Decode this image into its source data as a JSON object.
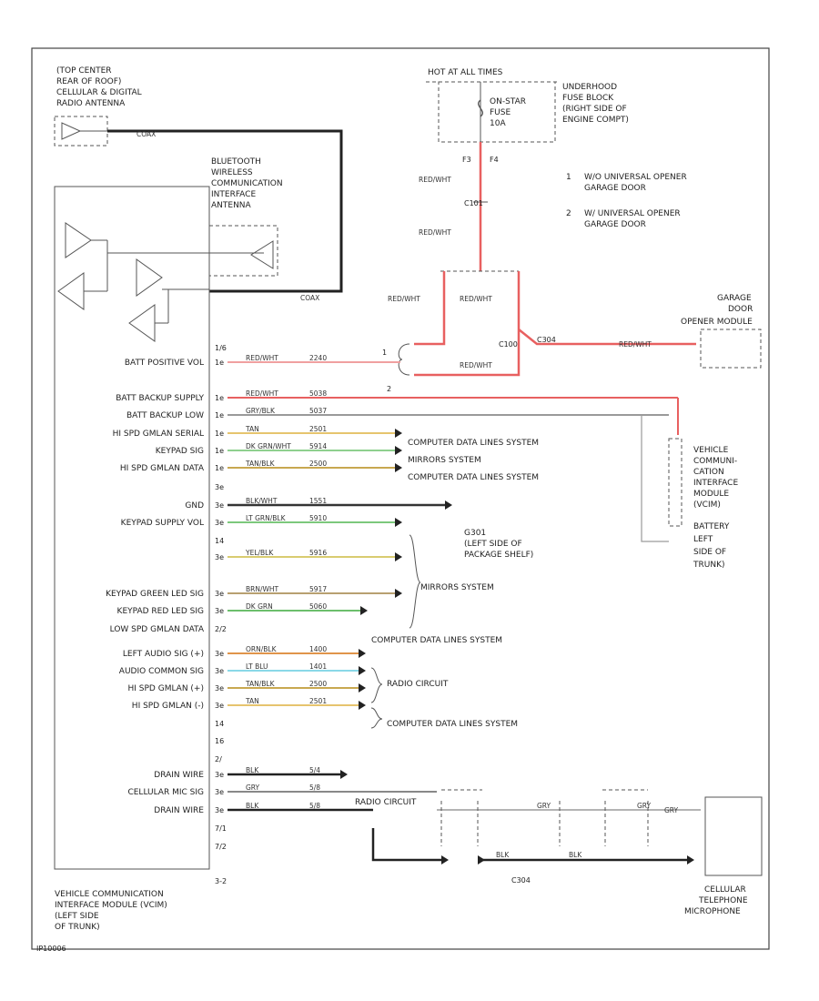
{
  "labels": {
    "antenna": [
      "(TOP CENTER",
      "REAR OF ROOF)",
      "CELLULAR & DIGITAL",
      "RADIO ANTENNA"
    ],
    "coax_top": "COAX",
    "coax_bottom": "COAX",
    "bluetooth": [
      "BLUETOOTH",
      "WIRELESS",
      "COMMUNICATION",
      "INTERFACE",
      "ANTENNA"
    ],
    "hot_at_all_times": "HOT AT ALL TIMES",
    "fuse_name": [
      "ON-STAR",
      "FUSE",
      "10A"
    ],
    "fuse_block": [
      "UNDERHOOD",
      "FUSE BLOCK",
      "(RIGHT SIDE OF",
      "ENGINE COMPT)"
    ],
    "fuse_pins": [
      "F3",
      "F4"
    ],
    "c101": "C101",
    "c100": "C100",
    "c304": "C304",
    "notes": [
      {
        "num": "1",
        "lines": [
          "W/O UNIVERSAL OPENER",
          "GARAGE DOOR"
        ]
      },
      {
        "num": "2",
        "lines": [
          "W/ UNIVERSAL OPENER",
          "GARAGE DOOR"
        ]
      }
    ],
    "garage_module": [
      "GARAGE",
      "DOOR",
      "OPENER MODULE"
    ],
    "vcim_right": [
      "VEHICLE",
      "COMMUNI-",
      "CATION",
      "INTERFACE",
      "MODULE",
      "(VCIM)",
      "BATTERY",
      "LEFT",
      "SIDE OF",
      "TRUNK)"
    ],
    "vcim_bottom": [
      "VEHICLE COMMUNICATION",
      "INTERFACE MODULE (VCIM)",
      "(LEFT SIDE",
      "OF TRUNK)"
    ],
    "cellular_mic": [
      "CELLULAR",
      "TELEPHONE",
      "MICROPHONE"
    ],
    "ground": [
      "G301",
      "(LEFT SIDE OF",
      "PACKAGE SHELF)"
    ],
    "gry": "GRY",
    "split_pins": [
      "1",
      "2"
    ],
    "footer_code": "IP10006"
  },
  "splice_wires": [
    "RED/WHT",
    "RED/WHT",
    "RED/WHT",
    "RED/WHT",
    "RED/WHT",
    "RED/WHT"
  ],
  "signals": [
    {
      "name": "",
      "pin": "1/6",
      "color": "",
      "circuit": ""
    },
    {
      "name": "BATT POSITIVE VOL",
      "pin": "1e",
      "color": "RED/WHT",
      "circuit": "2240"
    },
    {
      "name": "BATT BACKUP SUPPLY",
      "pin": "1e",
      "color": "RED/WHT",
      "circuit": "5038"
    },
    {
      "name": "BATT BACKUP LOW",
      "pin": "1e",
      "color": "GRY/BLK",
      "circuit": "5037"
    },
    {
      "name": "HI SPD GMLAN SERIAL",
      "pin": "1e",
      "color": "TAN",
      "circuit": "2501"
    },
    {
      "name": "KEYPAD SIG",
      "pin": "1e",
      "color": "DK GRN/WHT",
      "circuit": "5914"
    },
    {
      "name": "HI SPD GMLAN DATA",
      "pin": "1e",
      "color": "TAN/BLK",
      "circuit": "2500"
    },
    {
      "name": "",
      "pin": "3e",
      "color": "",
      "circuit": ""
    },
    {
      "name": "GND",
      "pin": "3e",
      "color": "BLK/WHT",
      "circuit": "1551"
    },
    {
      "name": "KEYPAD SUPPLY VOL",
      "pin": "3e",
      "color": "LT GRN/BLK",
      "circuit": "5910"
    },
    {
      "name": "",
      "pin": "14",
      "color": "",
      "circuit": ""
    },
    {
      "name": "",
      "pin": "3e",
      "color": "YEL/BLK",
      "circuit": "5916"
    },
    {
      "name": "KEYPAD GREEN LED SIG",
      "pin": "3e",
      "color": "BRN/WHT",
      "circuit": "5917"
    },
    {
      "name": "KEYPAD RED LED SIG",
      "pin": "3e",
      "color": "DK GRN",
      "circuit": "5060"
    },
    {
      "name": "LOW SPD GMLAN DATA",
      "pin": "2/2",
      "color": "",
      "circuit": ""
    },
    {
      "name": "LEFT AUDIO SIG (+)",
      "pin": "3e",
      "color": "ORN/BLK",
      "circuit": "1400"
    },
    {
      "name": "AUDIO COMMON SIG",
      "pin": "3e",
      "color": "LT BLU",
      "circuit": "1401"
    },
    {
      "name": "HI SPD GMLAN (+)",
      "pin": "3e",
      "color": "TAN/BLK",
      "circuit": "2500"
    },
    {
      "name": "HI SPD GMLAN (-)",
      "pin": "3e",
      "color": "TAN",
      "circuit": "2501"
    },
    {
      "name": "",
      "pin": "14",
      "color": "",
      "circuit": ""
    },
    {
      "name": "",
      "pin": "16",
      "color": "",
      "circuit": ""
    },
    {
      "name": "",
      "pin": "2/",
      "color": "",
      "circuit": ""
    },
    {
      "name": "DRAIN WIRE",
      "pin": "3e",
      "color": "BLK",
      "circuit": "5/4"
    },
    {
      "name": "CELLULAR MIC SIG",
      "pin": "3e",
      "color": "GRY",
      "circuit": "5/8"
    },
    {
      "name": "DRAIN WIRE",
      "pin": "3e",
      "color": "BLK",
      "circuit": "5/8"
    },
    {
      "name": "",
      "pin": "7/1",
      "color": "",
      "circuit": ""
    },
    {
      "name": "",
      "pin": "7/2",
      "color": "",
      "circuit": ""
    },
    {
      "name": "",
      "pin": "3-2",
      "color": "",
      "circuit": ""
    }
  ],
  "destinations": {
    "computer_1": "COMPUTER DATA LINES SYSTEM",
    "mirrors_1": "MIRRORS SYSTEM",
    "computer_2": "COMPUTER DATA LINES SYSTEM",
    "mirrors_2": "MIRRORS SYSTEM",
    "computer_3": "COMPUTER DATA LINES SYSTEM",
    "radio_1": "RADIO CIRCUIT",
    "computer_4": "COMPUTER DATA LINES SYSTEM",
    "radio_2": "RADIO CIRCUIT"
  },
  "bottom_wires": [
    "BLK",
    "GRY",
    "BLK",
    "GRY"
  ],
  "colors": {
    "red_wht": "#e86060",
    "red_wht_light": "#f0a0a0",
    "gry_blk": "#9a9a9a",
    "tan": "#e6c46e",
    "dk_grn_wht": "#8fd08f",
    "tan_blk": "#c8a850",
    "blk_wht": "#333333",
    "lt_grn_blk": "#7cc87c",
    "yel_blk": "#d9cc70",
    "brn_wht": "#b8a070",
    "dk_grn": "#6cbf6c",
    "orn_blk": "#e0944a",
    "lt_blu": "#8ad8e8",
    "blk": "#222222",
    "gry": "#888888"
  }
}
